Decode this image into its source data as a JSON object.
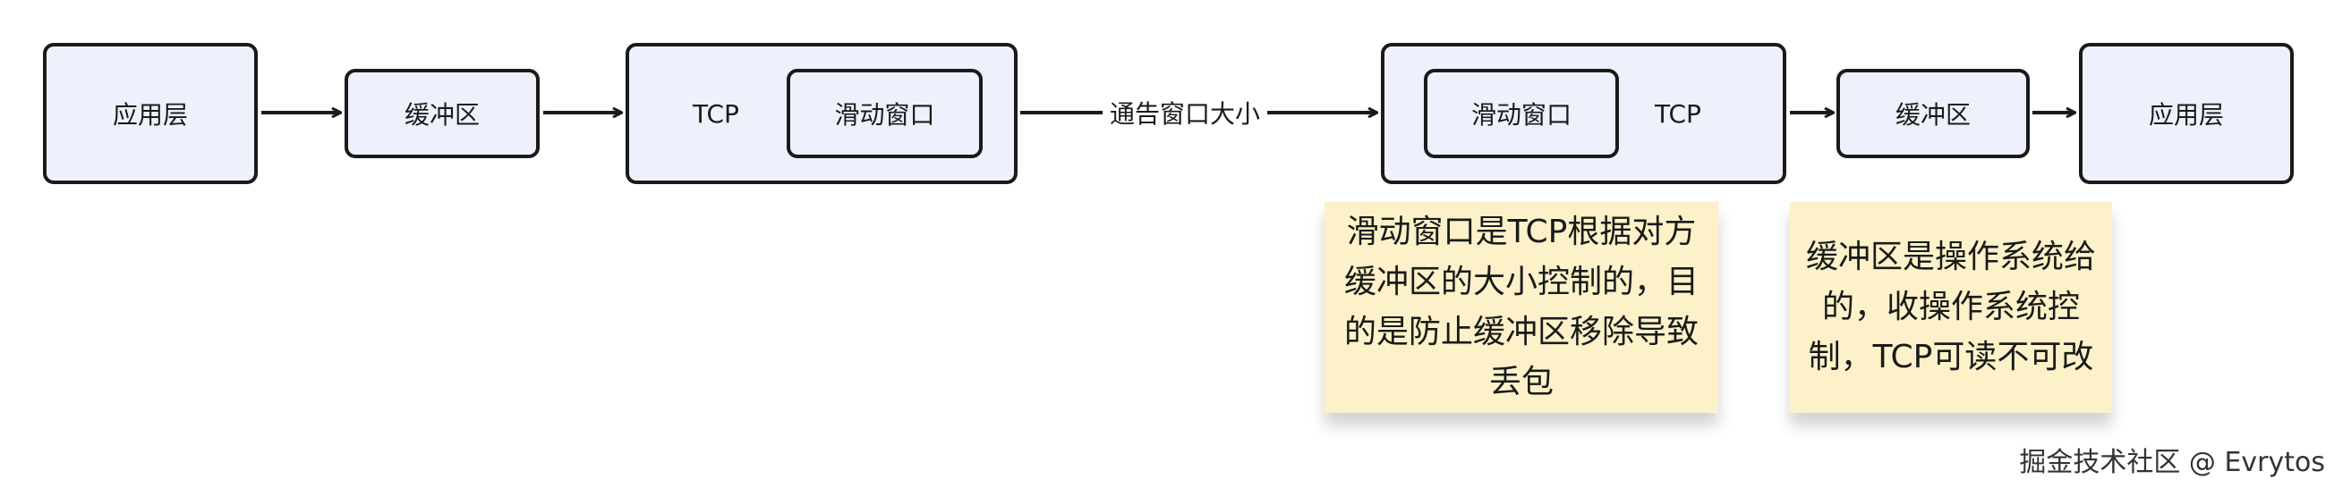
{
  "nodes": {
    "app_left": "应用层",
    "buffer_left": "缓冲区",
    "tcp_left": "TCP",
    "window_left": "滑动窗口",
    "window_right": "滑动窗口",
    "tcp_right": "TCP",
    "buffer_right": "缓冲区",
    "app_right": "应用层"
  },
  "edges": {
    "advertise_label": "通告窗口大小"
  },
  "notes": {
    "sliding_window": [
      "滑动窗口是TCP根据对方",
      "缓冲区的大小控制的，目",
      "的是防止缓冲区移除导致",
      "丢包"
    ],
    "buffer": [
      "缓冲区是操作系统给",
      "的，收操作系统控",
      "制，TCP可读不可改"
    ]
  },
  "watermark": "掘金技术社区 @ Evrytos",
  "colors": {
    "box_fill": "#eef1fb",
    "stroke": "#1a1a1a",
    "note_fill": "#fcf1c8"
  }
}
